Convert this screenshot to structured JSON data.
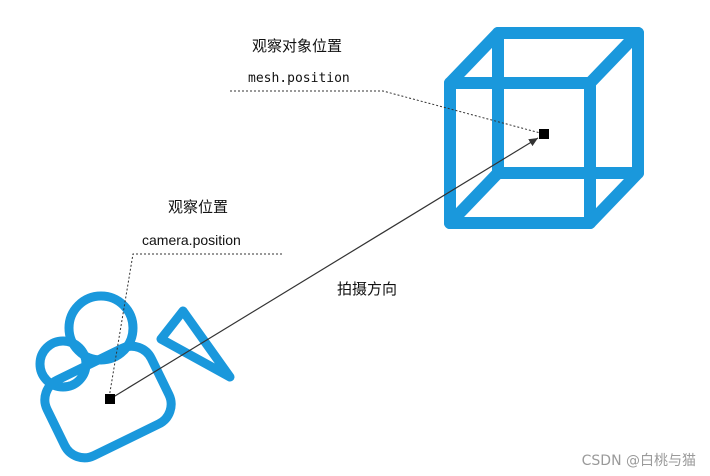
{
  "labels": {
    "target_position_cn": "观察对象位置",
    "target_position_code": "mesh.position",
    "camera_position_cn": "观察位置",
    "camera_position_code": "camera.position",
    "shoot_direction_cn": "拍摄方向"
  },
  "watermark": "CSDN @白桃与猫",
  "colors": {
    "icon_blue": "#1a98dc",
    "line": "#333333",
    "text": "#111111",
    "watermark": "#9a9a9a"
  },
  "icons": {
    "target": "wireframe-cube-icon",
    "observer": "movie-camera-icon"
  }
}
